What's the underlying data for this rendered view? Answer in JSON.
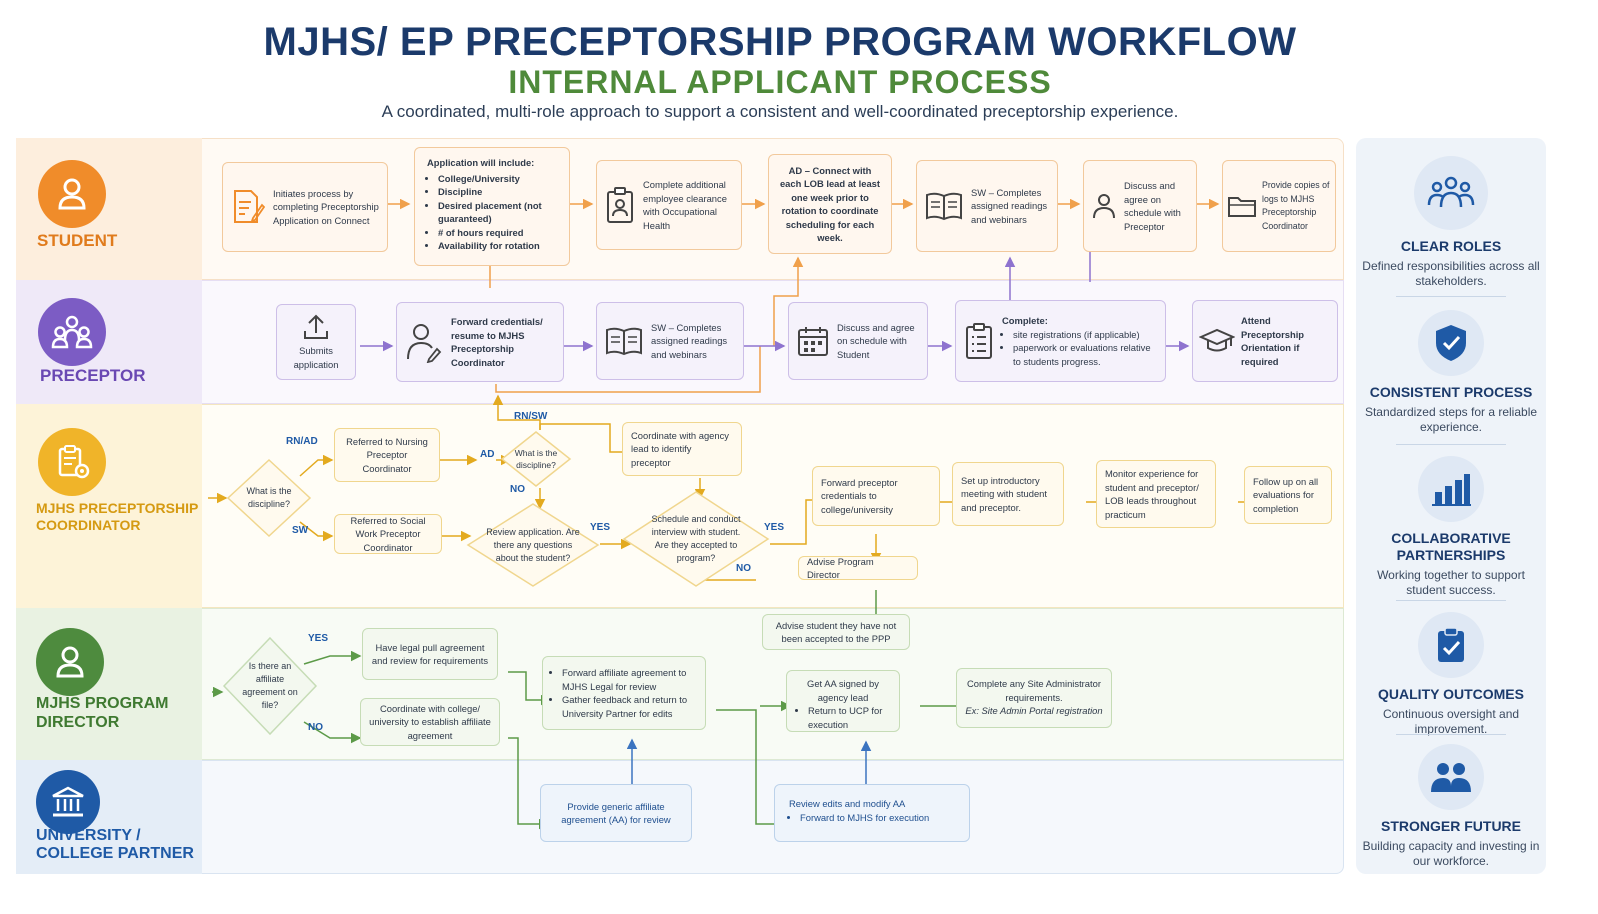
{
  "header": {
    "title": "MJHS/ EP PRECEPTORSHIP PROGRAM WORKFLOW",
    "subtitle": "INTERNAL APPLICANT PROCESS",
    "tagline": "A coordinated, multi-role approach to support a consistent and well-coordinated preceptorship experience."
  },
  "lanes": {
    "student": "STUDENT",
    "preceptor": "PRECEPTOR",
    "coordinator": "MJHS PRECEPTORSHIP COORDINATOR",
    "director": "MJHS PROGRAM DIRECTOR",
    "partner": "UNIVERSITY / COLLEGE PARTNER"
  },
  "colors": {
    "student": "#f08c2a",
    "preceptor": "#7c5cc4",
    "coordinator": "#f0b429",
    "director": "#4e8b3e",
    "partner": "#1f5aa6",
    "navy": "#1b3a6b"
  },
  "student": {
    "s1": "Initiates process by completing Preceptorship Application on Connect",
    "s2_head": "Application will include:",
    "s2_items": [
      "College/University",
      "Discipline",
      "Desired placement (not guaranteed)",
      "# of hours required",
      "Availability for rotation"
    ],
    "s3": "Complete additional employee clearance with Occupational Health",
    "s4": "AD – Connect with each LOB lead at least one week prior to rotation to coordinate scheduling for each week.",
    "s5": "SW – Completes assigned readings and webinars",
    "s6": "Discuss and agree on schedule with Preceptor",
    "s7": "Provide copies of logs to MJHS Preceptorship Coordinator"
  },
  "preceptor": {
    "p1": "Submits application",
    "p2": "Forward credentials/ resume to MJHS Preceptorship Coordinator",
    "p3": "SW – Completes assigned readings and webinars",
    "p4": "Discuss and agree on schedule with Student",
    "p5_head": "Complete:",
    "p5_items": [
      "site registrations (if applicable)",
      "paperwork or evaluations relative to students progress."
    ],
    "p6": "Attend Preceptorship Orientation if required"
  },
  "coordinator": {
    "d1": "What is the discipline?",
    "rnad": "RN/AD",
    "sw": "SW",
    "c_nursing": "Referred to Nursing Preceptor Coordinator",
    "c_social": "Referred to Social Work Preceptor Coordinator",
    "ad": "AD",
    "d2": "What is the discipline?",
    "rnsw": "RN/SW",
    "no1": "NO",
    "c_agency": "Coordinate with agency lead to identify preceptor",
    "d3": "Review application. Are there any questions about the student?",
    "yes1": "YES",
    "d4": "Schedule and conduct interview with student. Are they accepted to program?",
    "yes2": "YES",
    "no2": "NO",
    "c_forward": "Forward preceptor credentials to college/university",
    "c_advise": "Advise Program Director",
    "c_setup": "Set up introductory meeting with student and preceptor.",
    "c_monitor": "Monitor experience for student and preceptor/ LOB leads throughout practicum",
    "c_follow": "Follow up on all evaluations for completion"
  },
  "director": {
    "d5": "Is there an affiliate agreement on file?",
    "yes": "YES",
    "no": "NO",
    "m_legal": "Have legal pull agreement and review for requirements",
    "m_coord": "Coordinate with college/ university to establish affiliate agreement",
    "m_forward": [
      "Forward affiliate agreement to MJHS Legal for review",
      "Gather feedback and return to University Partner for edits"
    ],
    "m_advise": "Advise student they have not been accepted to the PPP",
    "m_sign_head": "Get AA signed by agency lead",
    "m_sign_items": [
      "Return to UCP for execution"
    ],
    "m_site": "Complete any Site Administrator requirements.",
    "m_site_ex": "Ex: Site Admin Portal registration"
  },
  "partner": {
    "u1": "Provide generic affiliate agreement (AA) for review",
    "u2_head": "Review edits and modify AA",
    "u2_items": [
      "Forward to MJHS for execution"
    ]
  },
  "sidebar": [
    {
      "icon": "people-icon",
      "title": "CLEAR ROLES",
      "desc": "Defined responsibilities across all stakeholders."
    },
    {
      "icon": "shield-check-icon",
      "title": "CONSISTENT PROCESS",
      "desc": "Standardized steps for a reliable experience."
    },
    {
      "icon": "bar-chart-icon",
      "title": "COLLABORATIVE PARTNERSHIPS",
      "desc": "Working together to support student success."
    },
    {
      "icon": "clipboard-check-icon",
      "title": "QUALITY OUTCOMES",
      "desc": "Continuous oversight and improvement."
    },
    {
      "icon": "team-icon",
      "title": "STRONGER FUTURE",
      "desc": "Building capacity and investing in our workforce."
    }
  ]
}
